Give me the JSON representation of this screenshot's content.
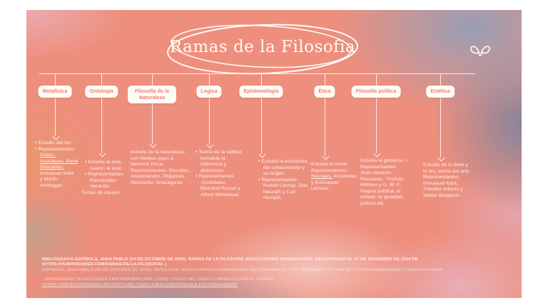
{
  "slide": {
    "title": "Ramas de la Filosofia",
    "logo_icon": "butterfly-logo"
  },
  "branches": [
    {
      "label": "Metafísica",
      "lines": [
        {
          "t": "Estudio del ser .",
          "b": true
        },
        {
          "t": "Representantes:",
          "b": true
        },
        {
          "t": "Platón,",
          "u": true
        },
        {
          "t": "Aristóteles, René",
          "u": true
        },
        {
          "t": "Descartes,",
          "u": true
        },
        {
          "t": "Immanuel Kant"
        },
        {
          "t": "y Martin"
        },
        {
          "t": "Heidegger."
        }
      ]
    },
    {
      "label": "Ontología",
      "lines": [
        {
          "t": "Estudia al ente",
          "b": true
        },
        {
          "t": "cuanto al ente."
        },
        {
          "t": "Representantes",
          "b": true
        },
        {
          "t": "Parménides"
        },
        {
          "t": "Heráclito"
        },
        {
          "t": "Tomas de Aquino",
          "o": true
        }
      ]
    },
    {
      "label": "Filosofía de la Naturaleza",
      "lines": [
        {
          "t": "estudio de la naturaleza,"
        },
        {
          "t": "con Newton paso a"
        },
        {
          "t": "llamarse física."
        },
        {
          "t": "Representantes: Sócrates,"
        },
        {
          "t": "Anaximandro, Pitágoras,"
        },
        {
          "t": "Demócrito, Anaxágoras"
        }
      ]
    },
    {
      "label": "Logica",
      "lines": [
        {
          "t": "Teoría de la validez",
          "b": true
        },
        {
          "t": "formalde la"
        },
        {
          "t": "inferencia y"
        },
        {
          "t": "deduccion."
        },
        {
          "t": "Representantes",
          "b": true
        },
        {
          "t": ":Aristóteles,"
        },
        {
          "t": "Bertrand Russel y"
        },
        {
          "t": "Alfred Whitehead"
        }
      ]
    },
    {
      "label": "Epistemología",
      "lines": [
        {
          "t": "Estudia la estructura",
          "b": true
        },
        {
          "t": "del conocimiento y"
        },
        {
          "t": "su origen,"
        },
        {
          "t": "Representantes:",
          "b": true
        },
        {
          "t": "Rudolf Carnap, Otto"
        },
        {
          "t": "Neurath y Carl"
        },
        {
          "t": "Hempel."
        }
      ]
    },
    {
      "label": "Ética",
      "lines": [
        {
          "t": "Estudia la moral."
        },
        {
          "t": "Representantes:"
        },
        {
          "segs": [
            {
              "t": "Sócrates,",
              "u": true
            },
            {
              "t": " Aristóteles"
            }
          ]
        },
        {
          "t": "y Emmanuel"
        },
        {
          "t": "Lévinas."
        }
      ]
    },
    {
      "label": "Filosofía política",
      "lines": [
        {
          "t": "Estudia el gobierno, l"
        },
        {
          "t": "Representantes:"
        },
        {
          "t": "Jean-Jacques"
        },
        {
          "t": "Rousseau, Thomas"
        },
        {
          "t": "Hobbes y G. W. F."
        },
        {
          "t": "Hegela política, el"
        },
        {
          "t": "estado, la igualdad,"
        },
        {
          "t": "justicia etc."
        }
      ]
    },
    {
      "label": "Estética",
      "lines": [
        {
          "t": "Estudio de lo bello y"
        },
        {
          "t": "lo feo, teoria del arte."
        },
        {
          "t": "Representantes:"
        },
        {
          "t": "Immanuel Kant,"
        },
        {
          "t": "Theodor Adorno y"
        },
        {
          "t": "Walter Benjamin."
        }
      ]
    }
  ],
  "bibliography": {
    "lines": [
      {
        "t": "BIBLIOGRAFIA:ESPÍNOLA, JUAN PABLO (24 DE OCTUBRE DE 2024). RAMAS DE LA FILOSOFÍA. ENCICLOPEDIA HUMANIDADES. RECUPERADO EL 17 DE DICIEMBRE DE 2024 DE",
        "style": "strong",
        "gap": false
      },
      {
        "t": "HTTPS://HUMANIDADES.COM/RAMAS-DE-LA-FILOSOFIA/. |",
        "style": "strong",
        "gap": false
      },
      {
        "t": "ESPÍNOLA, JUAN PABLO (24 DE OCTUBRE DE 2024). ONTOLOGÍA. ENCICLOPEDIA HUMANIDADES. RECUPERADO EL 5 DE NOVIEMBRE DE 2024 DE HTTPS://HUMANIDADES.COM/ONTOLOGIA/.",
        "style": "light",
        "gap": false
      },
      {
        "t": ". UNIVERSIDAD TECNOLÓGICA CENTROAMERICANA. (2025). TÍTULO DEL VIDEO O MÓDULO [VIDEO]. CANVAS.",
        "style": "light",
        "gap": true
      },
      {
        "t": "HTTPS://UNITECHONDURAS.INSTRUCTURE.COM/COURSES/58320/MODULES/ITEMS/4498781",
        "style": "link",
        "gap": false
      }
    ]
  },
  "colors": {
    "accent": "#ec8073",
    "text_light": "#fdf3ea",
    "slate": "#8b96ae"
  }
}
